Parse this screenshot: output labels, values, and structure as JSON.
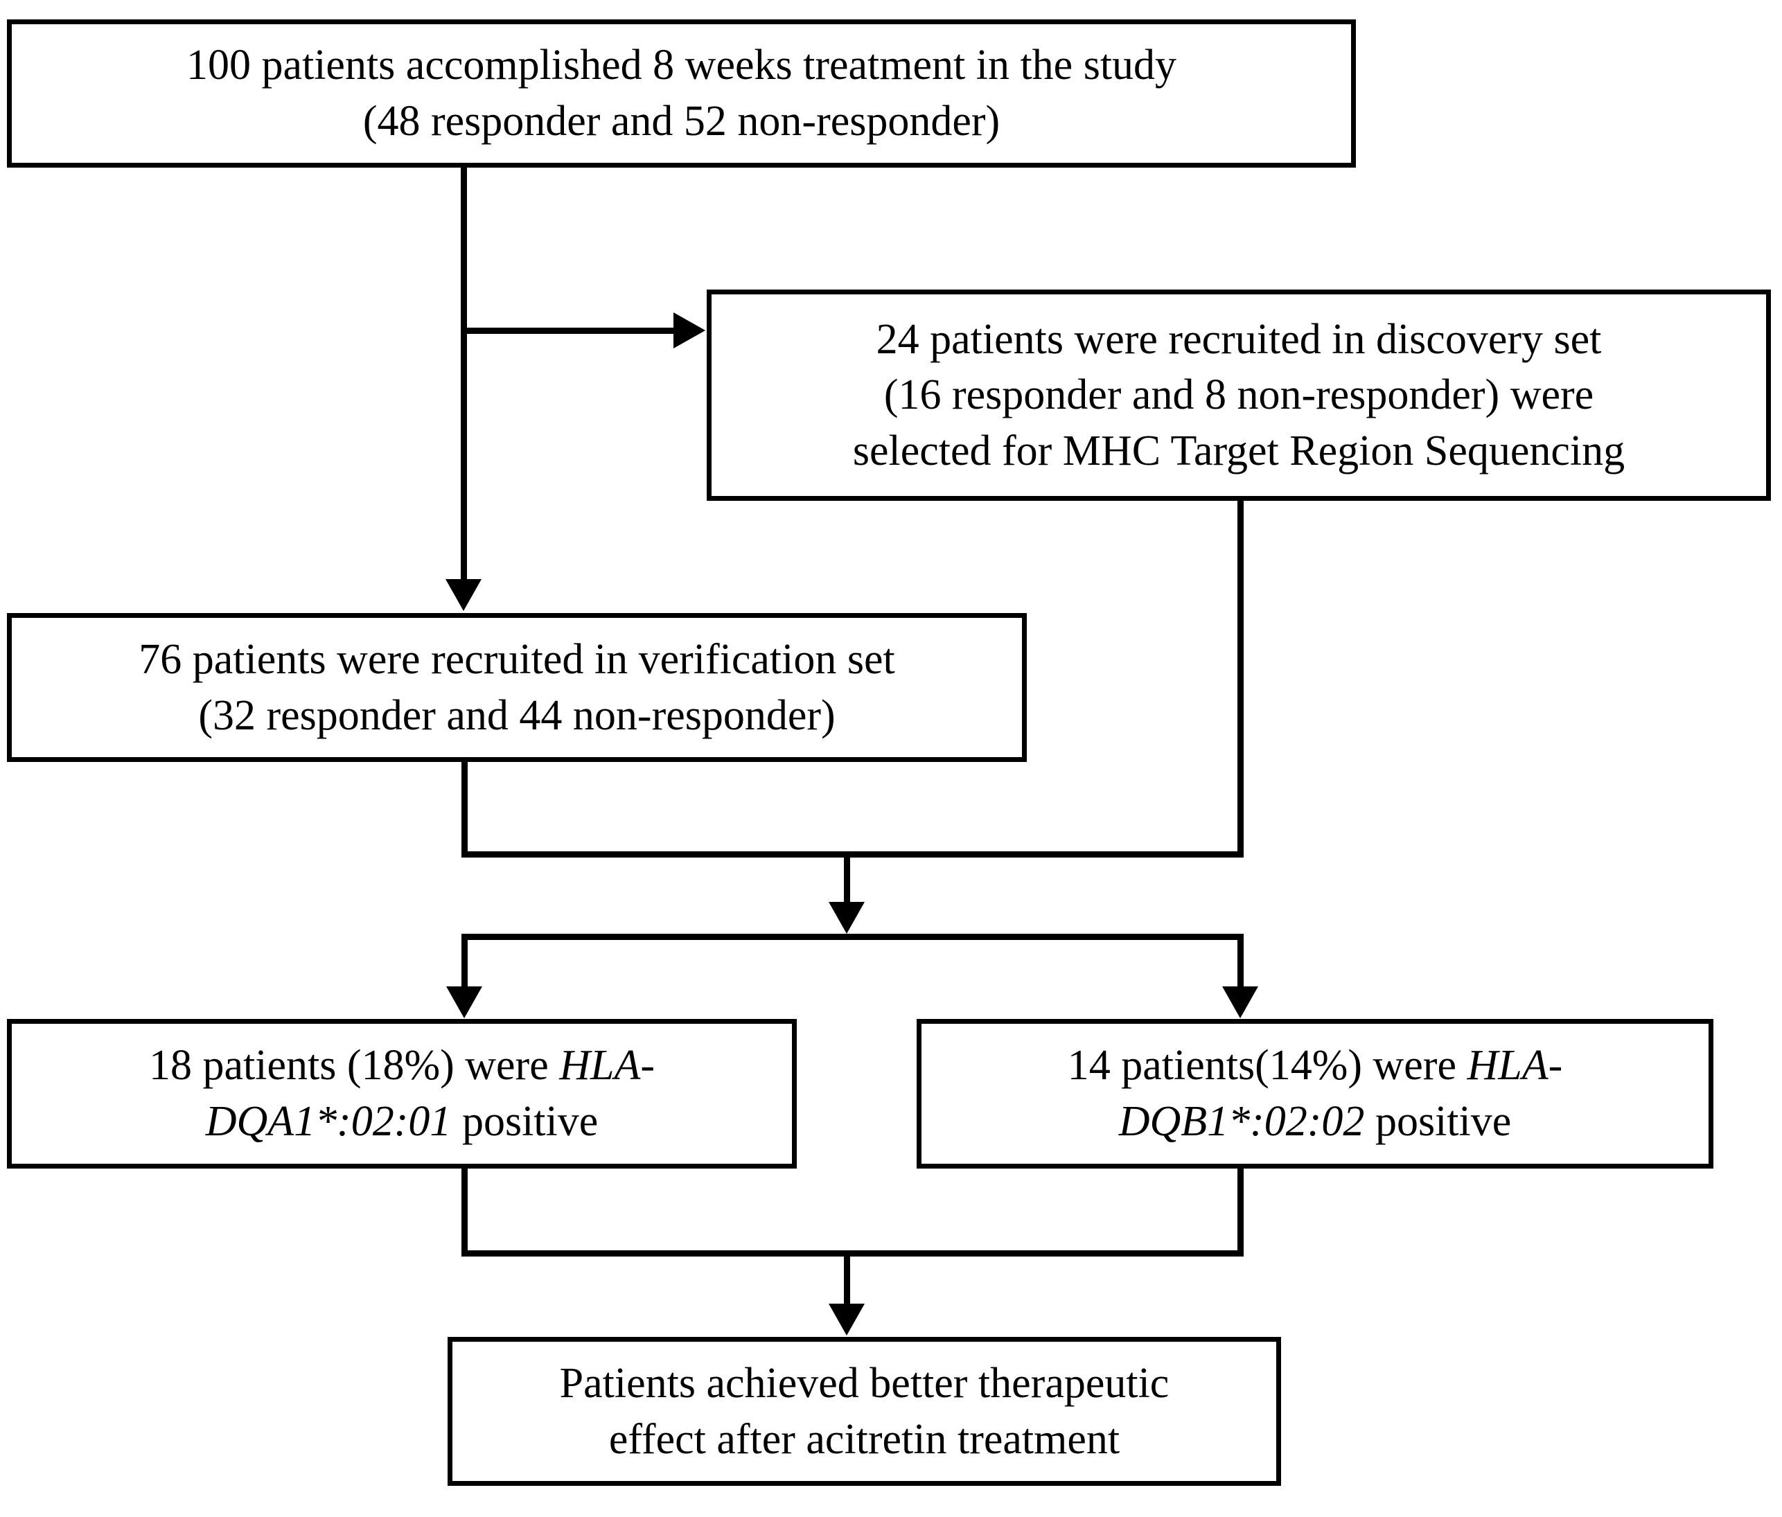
{
  "figure": {
    "type": "flowchart",
    "orientation": "top-to-bottom",
    "stroke_color": "#000000",
    "background_color": "#ffffff"
  },
  "nodes": {
    "cohort": {
      "line1": "100 patients accomplished 8 weeks treatment in the study",
      "line2": "(48 responder and 52 non-responder)"
    },
    "discovery": {
      "line1": "24 patients were recruited in discovery set",
      "line2": "(16 responder and 8 non-responder) were",
      "line3": "selected for MHC Target Region Sequencing"
    },
    "verification": {
      "line1": "76 patients were recruited in verification set",
      "line2": "(32 responder and 44 non-responder)"
    },
    "hla_dqa1": {
      "plain1": "18 patients (18%) were ",
      "italic1": "HLA-",
      "italic2": "DQA1*:02:01",
      "plain2": " positive"
    },
    "hla_dqb1": {
      "plain1": "14 patients(14%) were ",
      "italic1": "HLA-",
      "italic2": "DQB1*:02:02",
      "plain2": " positive"
    },
    "outcome": {
      "line1": "Patients achieved better therapeutic",
      "line2": "effect after acitretin treatment"
    }
  },
  "edges": [
    {
      "name": "cohort-to-discovery",
      "from": "cohort",
      "to": "discovery",
      "arrow": "right"
    },
    {
      "name": "cohort-to-verification",
      "from": "cohort",
      "to": "verification",
      "arrow": "down"
    },
    {
      "name": "verification-and-discovery-merge",
      "from": "verification,discovery",
      "to": "split-node",
      "arrow": "down"
    },
    {
      "name": "split-to-hla-dqa1",
      "from": "split-node",
      "to": "hla_dqa1",
      "arrow": "down"
    },
    {
      "name": "split-to-hla-dqb1",
      "from": "split-node",
      "to": "hla_dqb1",
      "arrow": "down"
    },
    {
      "name": "hla-merge-to-outcome",
      "from": "hla_dqa1,hla_dqb1",
      "to": "outcome",
      "arrow": "down"
    }
  ]
}
